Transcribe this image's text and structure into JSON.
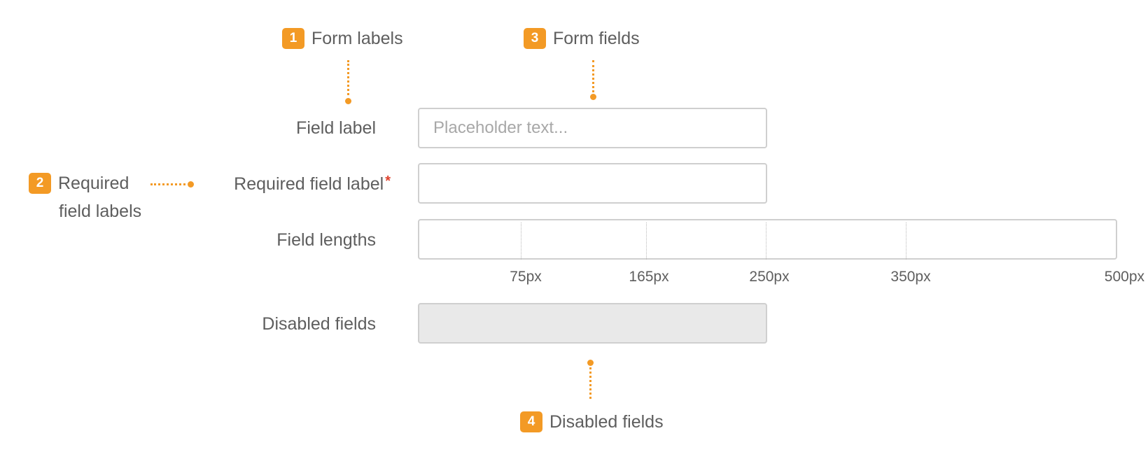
{
  "callouts": {
    "c1": {
      "number": "1",
      "text": "Form labels"
    },
    "c2": {
      "number": "2",
      "text_line1": "Required",
      "text_line2": "field labels"
    },
    "c3": {
      "number": "3",
      "text": "Form fields"
    },
    "c4": {
      "number": "4",
      "text": "Disabled fields"
    }
  },
  "form": {
    "field_label": {
      "label": "Field label",
      "placeholder": "Placeholder text..."
    },
    "required_field": {
      "label": "Required field label",
      "required_marker": "*"
    },
    "field_lengths": {
      "label": "Field lengths",
      "lengths": [
        "75px",
        "165px",
        "250px",
        "350px",
        "500px"
      ]
    },
    "disabled_field": {
      "label": "Disabled fields"
    }
  },
  "colors": {
    "accent": "#f39a25",
    "required": "#e0412c",
    "border": "#cfcfcf",
    "disabled_fill": "#e9e9e9",
    "text": "#5e5e5e"
  }
}
